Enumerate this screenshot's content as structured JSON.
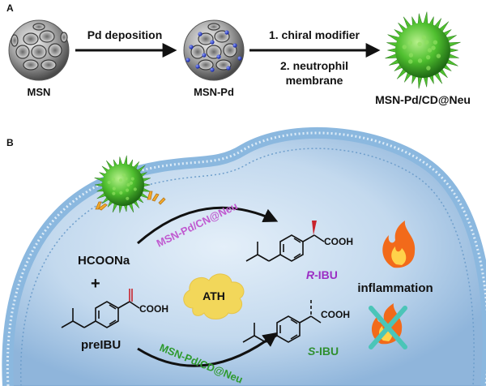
{
  "panel_a": {
    "letter": "A",
    "label_msn": "MSN",
    "step1": "Pd deposition",
    "label_msn_pd": "MSN-Pd",
    "step2_line1": "1. chiral modifier",
    "step2_line2": "2. neutrophil",
    "step2_line3": "membrane",
    "label_final": "MSN-Pd/CD@Neu"
  },
  "panel_b": {
    "letter": "B",
    "reagent": "HCOONa",
    "plus": "+",
    "substrate_group": "COOH",
    "substrate_label": "preIBU",
    "catalyst_cn": "MSN-Pd/CN@Neu",
    "catalyst_cd": "MSN-Pd/CD@Neu",
    "ath": "ATH",
    "product_r_group": "COOH",
    "product_r_prefix": "R",
    "product_r_suffix": "-IBU",
    "product_s_group": "COOH",
    "product_s_prefix": "S",
    "product_s_suffix": "-IBU",
    "inflammation": "inflammation"
  },
  "colors": {
    "catalyst_cn": "#c05ad0",
    "catalyst_cd": "#2e9a2e",
    "product_r": "#9b2fc4",
    "product_s": "#2f8f2f",
    "ath_cloud": "#f2d75a",
    "cell_membrane": "#9cc6e6",
    "cytoplasm": "#b9d3ea",
    "nanoparticle": "#4fbf2f",
    "dots": "#2b3fd0",
    "flame": "#f26a1a",
    "cross": "#4bc5b8"
  }
}
